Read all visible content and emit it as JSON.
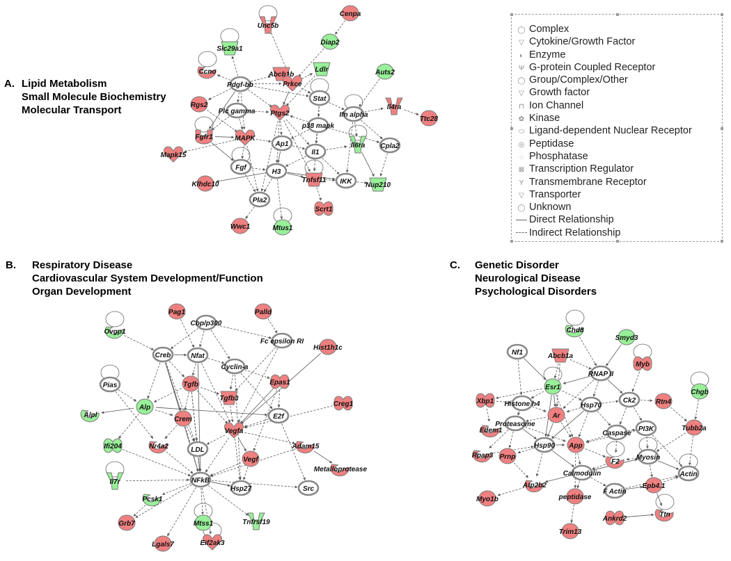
{
  "panels": [
    {
      "letter": "A.",
      "lines": [
        "Lipid Metabolism",
        "Small Molecule Biochemistry",
        "Molecular Transport"
      ]
    },
    {
      "letter": "B.",
      "lines": [
        "Respiratory Disease",
        "Cardiovascular System Development/Function",
        "Organ Development"
      ]
    },
    {
      "letter": "C.",
      "lines": [
        "Genetic Disorder",
        "Neurological Disease",
        "Psychological Disorders"
      ]
    }
  ],
  "legend": {
    "items": [
      {
        "label": "Complex",
        "icon": "complex-icon",
        "glyph": "◯"
      },
      {
        "label": "Cytokine/Growth Factor",
        "icon": "cytokine-icon",
        "glyph": "▽"
      },
      {
        "label": "Enzyme",
        "icon": "enzyme-icon",
        "glyph": "◐"
      },
      {
        "label": "G-protein Coupled Receptor",
        "icon": "gpcr-icon",
        "glyph": "Ψ"
      },
      {
        "label": "Group/Complex/Other",
        "icon": "group-icon",
        "glyph": "◯"
      },
      {
        "label": "Growth factor",
        "icon": "growth-factor-icon",
        "glyph": "▽"
      },
      {
        "label": "Ion Channel",
        "icon": "ion-channel-icon",
        "glyph": "⊓"
      },
      {
        "label": "Kinase",
        "icon": "kinase-icon",
        "glyph": "✿"
      },
      {
        "label": "Ligand-dependent Nuclear Receptor",
        "icon": "ligand-receptor-icon",
        "glyph": "⬭"
      },
      {
        "label": "Peptidase",
        "icon": "peptidase-icon",
        "glyph": "◎"
      },
      {
        "label": "Phosphatase",
        "icon": "phosphatase-icon",
        "glyph": "◌"
      },
      {
        "label": "Transcription Regulator",
        "icon": "transcription-regulator-icon",
        "glyph": "⊠"
      },
      {
        "label": "Transmembrane Receptor",
        "icon": "transmembrane-receptor-icon",
        "glyph": "Y"
      },
      {
        "label": "Transporter",
        "icon": "transporter-icon",
        "glyph": "▽"
      },
      {
        "label": "Unknown",
        "icon": "unknown-icon",
        "glyph": "◯"
      },
      {
        "label": "Direct Relationship",
        "icon": "solid-line",
        "glyph": ""
      },
      {
        "label": "Indirect Relationship",
        "icon": "dashed-line",
        "glyph": ""
      }
    ]
  },
  "colors": {
    "up": "#f08080",
    "down": "#98f098",
    "neutral": "#ffffff",
    "stroke": "#7a7a7a",
    "edge": "#555555"
  },
  "networks": [
    {
      "id": "A",
      "nodes": [
        {
          "id": "Cenpa",
          "label": "Cenpa",
          "kind": "up"
        },
        {
          "id": "Unc5b",
          "label": "Unc5b",
          "kind": "up"
        },
        {
          "id": "Slc29a1",
          "label": "Slc29a1",
          "kind": "down"
        },
        {
          "id": "Diap2",
          "label": "Diap2",
          "kind": "down"
        },
        {
          "id": "Abcb1b",
          "label": "Abcb1b",
          "kind": "up"
        },
        {
          "id": "Ccno",
          "label": "Ccno",
          "kind": "up"
        },
        {
          "id": "Pdgf-bb",
          "label": "Pdgf-bb",
          "kind": "neutral"
        },
        {
          "id": "Prkce",
          "label": "Prkce",
          "kind": "up"
        },
        {
          "id": "Ldlr",
          "label": "Ldlr",
          "kind": "down"
        },
        {
          "id": "Auts2",
          "label": "Auts2",
          "kind": "down"
        },
        {
          "id": "Rgs2",
          "label": "Rgs2",
          "kind": "up"
        },
        {
          "id": "Stat",
          "label": "Stat",
          "kind": "neutral"
        },
        {
          "id": "Plc gamma",
          "label": "Plc gamma",
          "kind": "neutral"
        },
        {
          "id": "Ptgs2",
          "label": "Ptgs2",
          "kind": "up"
        },
        {
          "id": "Ifn alpha",
          "label": "Ifn alpha",
          "kind": "neutral"
        },
        {
          "id": "Il4ra",
          "label": "Il4ra",
          "kind": "up"
        },
        {
          "id": "Ttc28",
          "label": "Ttc28",
          "kind": "up"
        },
        {
          "id": "p38 mapk",
          "label": "p38 mapk",
          "kind": "neutral"
        },
        {
          "id": "Fgfr1",
          "label": "Fgfr1",
          "kind": "up"
        },
        {
          "id": "MAPK",
          "label": "MAPK",
          "kind": "up"
        },
        {
          "id": "Ap1",
          "label": "Ap1",
          "kind": "neutral"
        },
        {
          "id": "Il1",
          "label": "Il1",
          "kind": "neutral"
        },
        {
          "id": "Il6ra",
          "label": "Il6ra",
          "kind": "down"
        },
        {
          "id": "Cpla2",
          "label": "Cpla2",
          "kind": "neutral"
        },
        {
          "id": "Mapk15",
          "label": "Mapk15",
          "kind": "up"
        },
        {
          "id": "Fgf",
          "label": "Fgf",
          "kind": "neutral"
        },
        {
          "id": "H3",
          "label": "H3",
          "kind": "neutral"
        },
        {
          "id": "Tnfsf11",
          "label": "Tnfsf11",
          "kind": "up"
        },
        {
          "id": "IKK",
          "label": "IKK",
          "kind": "neutral"
        },
        {
          "id": "Nup210",
          "label": "Nup210",
          "kind": "down"
        },
        {
          "id": "Klhdc10",
          "label": "Klhdc10",
          "kind": "up"
        },
        {
          "id": "Pla2",
          "label": "Pla2",
          "kind": "neutral"
        },
        {
          "id": "Scrt1",
          "label": "Scrt1",
          "kind": "up"
        },
        {
          "id": "Wwc1",
          "label": "Wwc1",
          "kind": "up"
        },
        {
          "id": "Mtus1",
          "label": "Mtus1",
          "kind": "down"
        }
      ]
    },
    {
      "id": "B",
      "nodes": [
        {
          "id": "Pag1",
          "label": "Pag1",
          "kind": "up"
        },
        {
          "id": "Palld",
          "label": "Palld",
          "kind": "up"
        },
        {
          "id": "Cbp/p300",
          "label": "Cbp/p300",
          "kind": "neutral"
        },
        {
          "id": "Ovgp1",
          "label": "Ovgp1",
          "kind": "down"
        },
        {
          "id": "Fc epsilon RI",
          "label": "Fc epsilon RI",
          "kind": "neutral"
        },
        {
          "id": "Hist1h1c",
          "label": "Hist1h1c",
          "kind": "up"
        },
        {
          "id": "Creb",
          "label": "Creb",
          "kind": "neutral"
        },
        {
          "id": "Nfat",
          "label": "Nfat",
          "kind": "neutral"
        },
        {
          "id": "Cyclin-a",
          "label": "Cyclin-a",
          "kind": "neutral"
        },
        {
          "id": "Pias",
          "label": "Pias",
          "kind": "neutral"
        },
        {
          "id": "Tgfb",
          "label": "Tgfb",
          "kind": "up"
        },
        {
          "id": "Epas1",
          "label": "Epas1",
          "kind": "up"
        },
        {
          "id": "Tgfb3",
          "label": "Tgfb3",
          "kind": "up"
        },
        {
          "id": "Creg1",
          "label": "Creg1",
          "kind": "up"
        },
        {
          "id": "Alp",
          "label": "Alp",
          "kind": "down"
        },
        {
          "id": "Alpl",
          "label": "Alpl",
          "kind": "down"
        },
        {
          "id": "Crem",
          "label": "Crem",
          "kind": "up"
        },
        {
          "id": "E2f",
          "label": "E2f",
          "kind": "neutral"
        },
        {
          "id": "Vegfa",
          "label": "Vegfa",
          "kind": "up"
        },
        {
          "id": "Ifi204",
          "label": "Ifi204",
          "kind": "down"
        },
        {
          "id": "Nr4a2",
          "label": "Nr4a2",
          "kind": "up"
        },
        {
          "id": "LDL",
          "label": "LDL",
          "kind": "neutral"
        },
        {
          "id": "Adam15",
          "label": "Adam15",
          "kind": "up"
        },
        {
          "id": "Vegf",
          "label": "Vegf",
          "kind": "up"
        },
        {
          "id": "Metalloprotease",
          "label": "Metalloprotease",
          "kind": "up"
        },
        {
          "id": "Il7r",
          "label": "Il7r",
          "kind": "down"
        },
        {
          "id": "NFkB",
          "label": "NFkB",
          "kind": "neutral"
        },
        {
          "id": "Hsp27",
          "label": "Hsp27",
          "kind": "neutral"
        },
        {
          "id": "Src",
          "label": "Src",
          "kind": "neutral"
        },
        {
          "id": "Pcsk1",
          "label": "Pcsk1",
          "kind": "down"
        },
        {
          "id": "Grb7",
          "label": "Grb7",
          "kind": "up"
        },
        {
          "id": "Mtss1",
          "label": "Mtss1",
          "kind": "down"
        },
        {
          "id": "Tnfrsf19",
          "label": "Tnfrsf19",
          "kind": "down"
        },
        {
          "id": "Lgals7",
          "label": "Lgals7",
          "kind": "up"
        },
        {
          "id": "Eif2ak3",
          "label": "Eif2ak3",
          "kind": "up"
        }
      ]
    },
    {
      "id": "C",
      "nodes": [
        {
          "id": "Chd8",
          "label": "Chd8",
          "kind": "down"
        },
        {
          "id": "Smyd3",
          "label": "Smyd3",
          "kind": "down"
        },
        {
          "id": "Nf1",
          "label": "Nf1",
          "kind": "neutral"
        },
        {
          "id": "Abcb1a",
          "label": "Abcb1a",
          "kind": "up"
        },
        {
          "id": "RNAP II",
          "label": "RNAP II",
          "kind": "neutral"
        },
        {
          "id": "Myb",
          "label": "Myb",
          "kind": "up"
        },
        {
          "id": "Chgb",
          "label": "Chgb",
          "kind": "down"
        },
        {
          "id": "Esr1",
          "label": "Esr1",
          "kind": "down"
        },
        {
          "id": "Xbp1",
          "label": "Xbp1",
          "kind": "up"
        },
        {
          "id": "Histone h4",
          "label": "Histone h4",
          "kind": "neutral"
        },
        {
          "id": "Hsp70",
          "label": "Hsp70",
          "kind": "neutral"
        },
        {
          "id": "Ck2",
          "label": "Ck2",
          "kind": "neutral"
        },
        {
          "id": "Rtn4",
          "label": "Rtn4",
          "kind": "up"
        },
        {
          "id": "Ar",
          "label": "Ar",
          "kind": "up"
        },
        {
          "id": "Tubb2a",
          "label": "Tubb2a",
          "kind": "up"
        },
        {
          "id": "Edem1",
          "label": "Edem1",
          "kind": "up"
        },
        {
          "id": "Proteasome",
          "label": "Proteasome",
          "kind": "neutral"
        },
        {
          "id": "Caspase",
          "label": "Caspase",
          "kind": "neutral"
        },
        {
          "id": "PI3K",
          "label": "PI3K",
          "kind": "neutral"
        },
        {
          "id": "Rpap3",
          "label": "Rpap3",
          "kind": "up"
        },
        {
          "id": "Hsp90",
          "label": "Hsp90",
          "kind": "neutral"
        },
        {
          "id": "App",
          "label": "App",
          "kind": "up"
        },
        {
          "id": "Prnp",
          "label": "Prnp",
          "kind": "up"
        },
        {
          "id": "Myosin",
          "label": "Myosin",
          "kind": "neutral"
        },
        {
          "id": "F2",
          "label": "F2",
          "kind": "up"
        },
        {
          "id": "Actin",
          "label": "Actin",
          "kind": "neutral"
        },
        {
          "id": "Calmodulin",
          "label": "Calmodulin",
          "kind": "neutral"
        },
        {
          "id": "Atp2b2",
          "label": "Atp2b2",
          "kind": "up"
        },
        {
          "id": "Epb4.1",
          "label": "Epb4.1",
          "kind": "up"
        },
        {
          "id": "peptidase",
          "label": "peptidase",
          "kind": "up"
        },
        {
          "id": "F Actin",
          "label": "F Actin",
          "kind": "neutral"
        },
        {
          "id": "Myo1b",
          "label": "Myo1b",
          "kind": "up"
        },
        {
          "id": "Ttn",
          "label": "Ttn",
          "kind": "up"
        },
        {
          "id": "Ankrd2",
          "label": "Ankrd2",
          "kind": "up"
        },
        {
          "id": "Trim13",
          "label": "Trim13",
          "kind": "up"
        }
      ]
    }
  ]
}
